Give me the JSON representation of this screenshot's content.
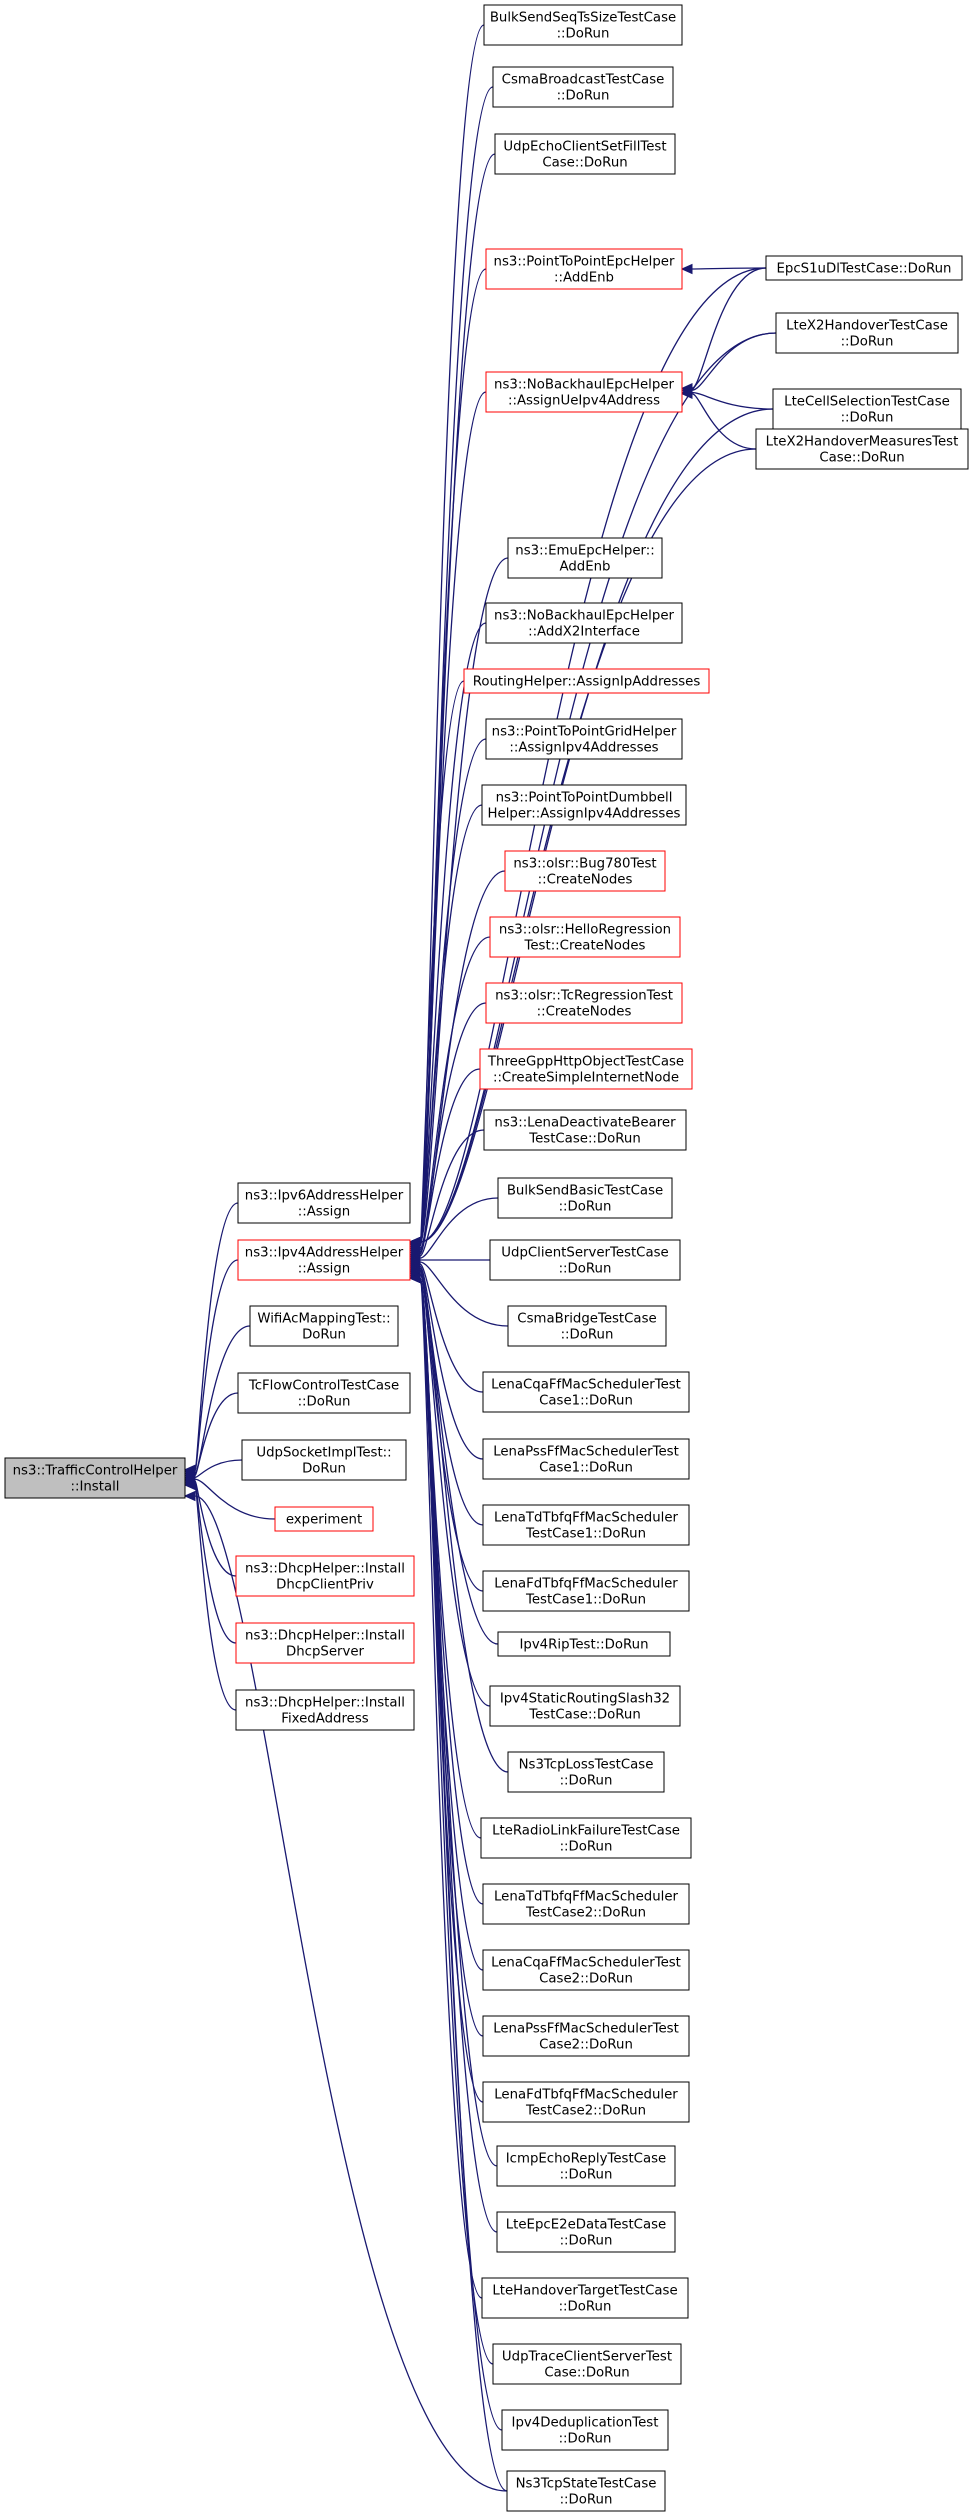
{
  "colors": {
    "edge": "#191970",
    "border_normal": "#000000",
    "border_linked": "#ff0000",
    "root_fill": "#bfbfbf",
    "node_fill": "#ffffff"
  },
  "nodes": [
    {
      "id": "root",
      "lines": [
        "ns3::TrafficControlHelper",
        "::Install"
      ],
      "style": "root"
    },
    {
      "id": "ipv6assign",
      "lines": [
        "ns3::Ipv6AddressHelper",
        "::Assign"
      ],
      "style": "normal"
    },
    {
      "id": "ipv4assign",
      "lines": [
        "ns3::Ipv4AddressHelper",
        "::Assign"
      ],
      "style": "linked"
    },
    {
      "id": "wifiac",
      "lines": [
        "WifiAcMappingTest::",
        "DoRun"
      ],
      "style": "normal"
    },
    {
      "id": "tcflow",
      "lines": [
        "TcFlowControlTestCase",
        "::DoRun"
      ],
      "style": "normal"
    },
    {
      "id": "udpsock",
      "lines": [
        "UdpSocketImplTest::",
        "DoRun"
      ],
      "style": "normal"
    },
    {
      "id": "experiment",
      "lines": [
        "experiment"
      ],
      "style": "linked"
    },
    {
      "id": "dhcpclient",
      "lines": [
        "ns3::DhcpHelper::Install",
        "DhcpClientPriv"
      ],
      "style": "linked"
    },
    {
      "id": "dhcpserver",
      "lines": [
        "ns3::DhcpHelper::Install",
        "DhcpServer"
      ],
      "style": "linked"
    },
    {
      "id": "dhcpfixed",
      "lines": [
        "ns3::DhcpHelper::Install",
        "FixedAddress"
      ],
      "style": "normal"
    },
    {
      "id": "bulkseq",
      "lines": [
        "BulkSendSeqTsSizeTestCase",
        "::DoRun"
      ],
      "style": "normal"
    },
    {
      "id": "csmabcast",
      "lines": [
        "CsmaBroadcastTestCase",
        "::DoRun"
      ],
      "style": "normal"
    },
    {
      "id": "udpechofill",
      "lines": [
        "UdpEchoClientSetFillTest",
        "Case::DoRun"
      ],
      "style": "normal"
    },
    {
      "id": "p2pepc",
      "lines": [
        "ns3::PointToPointEpcHelper",
        "::AddEnb"
      ],
      "style": "linked"
    },
    {
      "id": "nobackhaul",
      "lines": [
        "ns3::NoBackhaulEpcHelper",
        "::AssignUeIpv4Address"
      ],
      "style": "linked"
    },
    {
      "id": "emuepc",
      "lines": [
        "ns3::EmuEpcHelper::",
        "AddEnb"
      ],
      "style": "normal"
    },
    {
      "id": "nobackhaulx2",
      "lines": [
        "ns3::NoBackhaulEpcHelper",
        "::AddX2Interface"
      ],
      "style": "normal"
    },
    {
      "id": "routinghelper",
      "lines": [
        "RoutingHelper::AssignIpAddresses"
      ],
      "style": "linked"
    },
    {
      "id": "p2pgrid",
      "lines": [
        "ns3::PointToPointGridHelper",
        "::AssignIpv4Addresses"
      ],
      "style": "normal"
    },
    {
      "id": "p2pdumbbell",
      "lines": [
        "ns3::PointToPointDumbbell",
        "Helper::AssignIpv4Addresses"
      ],
      "style": "normal"
    },
    {
      "id": "olsrbug",
      "lines": [
        "ns3::olsr::Bug780Test",
        "::CreateNodes"
      ],
      "style": "linked"
    },
    {
      "id": "olsrhello",
      "lines": [
        "ns3::olsr::HelloRegression",
        "Test::CreateNodes"
      ],
      "style": "linked"
    },
    {
      "id": "olsrtc",
      "lines": [
        "ns3::olsr::TcRegressionTest",
        "::CreateNodes"
      ],
      "style": "linked"
    },
    {
      "id": "threegpp",
      "lines": [
        "ThreeGppHttpObjectTestCase",
        "::CreateSimpleInternetNode"
      ],
      "style": "linked"
    },
    {
      "id": "lenadeact",
      "lines": [
        "ns3::LenaDeactivateBearer",
        "TestCase::DoRun"
      ],
      "style": "normal"
    },
    {
      "id": "bulkbasic",
      "lines": [
        "BulkSendBasicTestCase",
        "::DoRun"
      ],
      "style": "normal"
    },
    {
      "id": "udpcs",
      "lines": [
        "UdpClientServerTestCase",
        "::DoRun"
      ],
      "style": "normal"
    },
    {
      "id": "csmabridge",
      "lines": [
        "CsmaBridgeTestCase",
        "::DoRun"
      ],
      "style": "normal"
    },
    {
      "id": "cqa1",
      "lines": [
        "LenaCqaFfMacSchedulerTest",
        "Case1::DoRun"
      ],
      "style": "normal"
    },
    {
      "id": "pss1",
      "lines": [
        "LenaPssFfMacSchedulerTest",
        "Case1::DoRun"
      ],
      "style": "normal"
    },
    {
      "id": "tdtbfq1",
      "lines": [
        "LenaTdTbfqFfMacScheduler",
        "TestCase1::DoRun"
      ],
      "style": "normal"
    },
    {
      "id": "fdtbfq1",
      "lines": [
        "LenaFdTbfqFfMacScheduler",
        "TestCase1::DoRun"
      ],
      "style": "normal"
    },
    {
      "id": "ipv4rip",
      "lines": [
        "Ipv4RipTest::DoRun"
      ],
      "style": "normal"
    },
    {
      "id": "ipv4static",
      "lines": [
        "Ipv4StaticRoutingSlash32",
        "TestCase::DoRun"
      ],
      "style": "normal"
    },
    {
      "id": "ns3tcploss",
      "lines": [
        "Ns3TcpLossTestCase",
        "::DoRun"
      ],
      "style": "normal"
    },
    {
      "id": "lteradio",
      "lines": [
        "LteRadioLinkFailureTestCase",
        "::DoRun"
      ],
      "style": "normal"
    },
    {
      "id": "tdtbfq2",
      "lines": [
        "LenaTdTbfqFfMacScheduler",
        "TestCase2::DoRun"
      ],
      "style": "normal"
    },
    {
      "id": "cqa2",
      "lines": [
        "LenaCqaFfMacSchedulerTest",
        "Case2::DoRun"
      ],
      "style": "normal"
    },
    {
      "id": "pss2",
      "lines": [
        "LenaPssFfMacSchedulerTest",
        "Case2::DoRun"
      ],
      "style": "normal"
    },
    {
      "id": "fdtbfq2",
      "lines": [
        "LenaFdTbfqFfMacScheduler",
        "TestCase2::DoRun"
      ],
      "style": "normal"
    },
    {
      "id": "icmpecho",
      "lines": [
        "IcmpEchoReplyTestCase",
        "::DoRun"
      ],
      "style": "normal"
    },
    {
      "id": "lteepce2e",
      "lines": [
        "LteEpcE2eDataTestCase",
        "::DoRun"
      ],
      "style": "normal"
    },
    {
      "id": "ltehotarget",
      "lines": [
        "LteHandoverTargetTestCase",
        "::DoRun"
      ],
      "style": "normal"
    },
    {
      "id": "udptrace",
      "lines": [
        "UdpTraceClientServerTest",
        "Case::DoRun"
      ],
      "style": "normal"
    },
    {
      "id": "ipv4dedup",
      "lines": [
        "Ipv4DeduplicationTest",
        "::DoRun"
      ],
      "style": "normal"
    },
    {
      "id": "ns3tcpstate",
      "lines": [
        "Ns3TcpStateTestCase",
        "::DoRun"
      ],
      "style": "normal"
    },
    {
      "id": "epcs1u",
      "lines": [
        "EpcS1uDlTestCase::DoRun"
      ],
      "style": "normal"
    },
    {
      "id": "ltex2ho",
      "lines": [
        "LteX2HandoverTestCase",
        "::DoRun"
      ],
      "style": "normal"
    },
    {
      "id": "ltecellsel",
      "lines": [
        "LteCellSelectionTestCase",
        "::DoRun"
      ],
      "style": "normal"
    },
    {
      "id": "ltex2hom",
      "lines": [
        "LteX2HandoverMeasuresTest",
        "Case::DoRun"
      ],
      "style": "normal"
    }
  ],
  "edges": [
    {
      "from": "ipv6assign",
      "to": "root"
    },
    {
      "from": "ipv4assign",
      "to": "root"
    },
    {
      "from": "wifiac",
      "to": "root"
    },
    {
      "from": "tcflow",
      "to": "root"
    },
    {
      "from": "udpsock",
      "to": "root"
    },
    {
      "from": "experiment",
      "to": "root"
    },
    {
      "from": "dhcpclient",
      "to": "root"
    },
    {
      "from": "dhcpserver",
      "to": "root"
    },
    {
      "from": "dhcpfixed",
      "to": "root"
    },
    {
      "from": "ns3tcpstate",
      "to": "root"
    },
    {
      "from": "bulkseq",
      "to": "ipv4assign"
    },
    {
      "from": "csmabcast",
      "to": "ipv4assign"
    },
    {
      "from": "udpechofill",
      "to": "ipv4assign"
    },
    {
      "from": "epcs1u",
      "to": "ipv4assign"
    },
    {
      "from": "p2pepc",
      "to": "ipv4assign"
    },
    {
      "from": "ltex2ho",
      "to": "ipv4assign"
    },
    {
      "from": "nobackhaul",
      "to": "ipv4assign"
    },
    {
      "from": "ltecellsel",
      "to": "ipv4assign"
    },
    {
      "from": "ltex2hom",
      "to": "ipv4assign"
    },
    {
      "from": "emuepc",
      "to": "ipv4assign"
    },
    {
      "from": "nobackhaulx2",
      "to": "ipv4assign"
    },
    {
      "from": "routinghelper",
      "to": "ipv4assign"
    },
    {
      "from": "p2pgrid",
      "to": "ipv4assign"
    },
    {
      "from": "p2pdumbbell",
      "to": "ipv4assign"
    },
    {
      "from": "olsrbug",
      "to": "ipv4assign"
    },
    {
      "from": "olsrhello",
      "to": "ipv4assign"
    },
    {
      "from": "olsrtc",
      "to": "ipv4assign"
    },
    {
      "from": "threegpp",
      "to": "ipv4assign"
    },
    {
      "from": "lenadeact",
      "to": "ipv4assign"
    },
    {
      "from": "bulkbasic",
      "to": "ipv4assign"
    },
    {
      "from": "udpcs",
      "to": "ipv4assign"
    },
    {
      "from": "csmabridge",
      "to": "ipv4assign"
    },
    {
      "from": "cqa1",
      "to": "ipv4assign"
    },
    {
      "from": "pss1",
      "to": "ipv4assign"
    },
    {
      "from": "tdtbfq1",
      "to": "ipv4assign"
    },
    {
      "from": "fdtbfq1",
      "to": "ipv4assign"
    },
    {
      "from": "ipv4rip",
      "to": "ipv4assign"
    },
    {
      "from": "ipv4static",
      "to": "ipv4assign"
    },
    {
      "from": "ns3tcploss",
      "to": "ipv4assign"
    },
    {
      "from": "lteradio",
      "to": "ipv4assign"
    },
    {
      "from": "tdtbfq2",
      "to": "ipv4assign"
    },
    {
      "from": "cqa2",
      "to": "ipv4assign"
    },
    {
      "from": "pss2",
      "to": "ipv4assign"
    },
    {
      "from": "fdtbfq2",
      "to": "ipv4assign"
    },
    {
      "from": "icmpecho",
      "to": "ipv4assign"
    },
    {
      "from": "lteepce2e",
      "to": "ipv4assign"
    },
    {
      "from": "ltehotarget",
      "to": "ipv4assign"
    },
    {
      "from": "udptrace",
      "to": "ipv4assign"
    },
    {
      "from": "ipv4dedup",
      "to": "ipv4assign"
    },
    {
      "from": "ns3tcpstate",
      "to": "ipv4assign"
    },
    {
      "from": "epcs1u",
      "to": "p2pepc"
    },
    {
      "from": "epcs1u",
      "to": "nobackhaul"
    },
    {
      "from": "ltex2ho",
      "to": "nobackhaul"
    },
    {
      "from": "ltecellsel",
      "to": "nobackhaul"
    },
    {
      "from": "ltex2hom",
      "to": "nobackhaul"
    }
  ]
}
